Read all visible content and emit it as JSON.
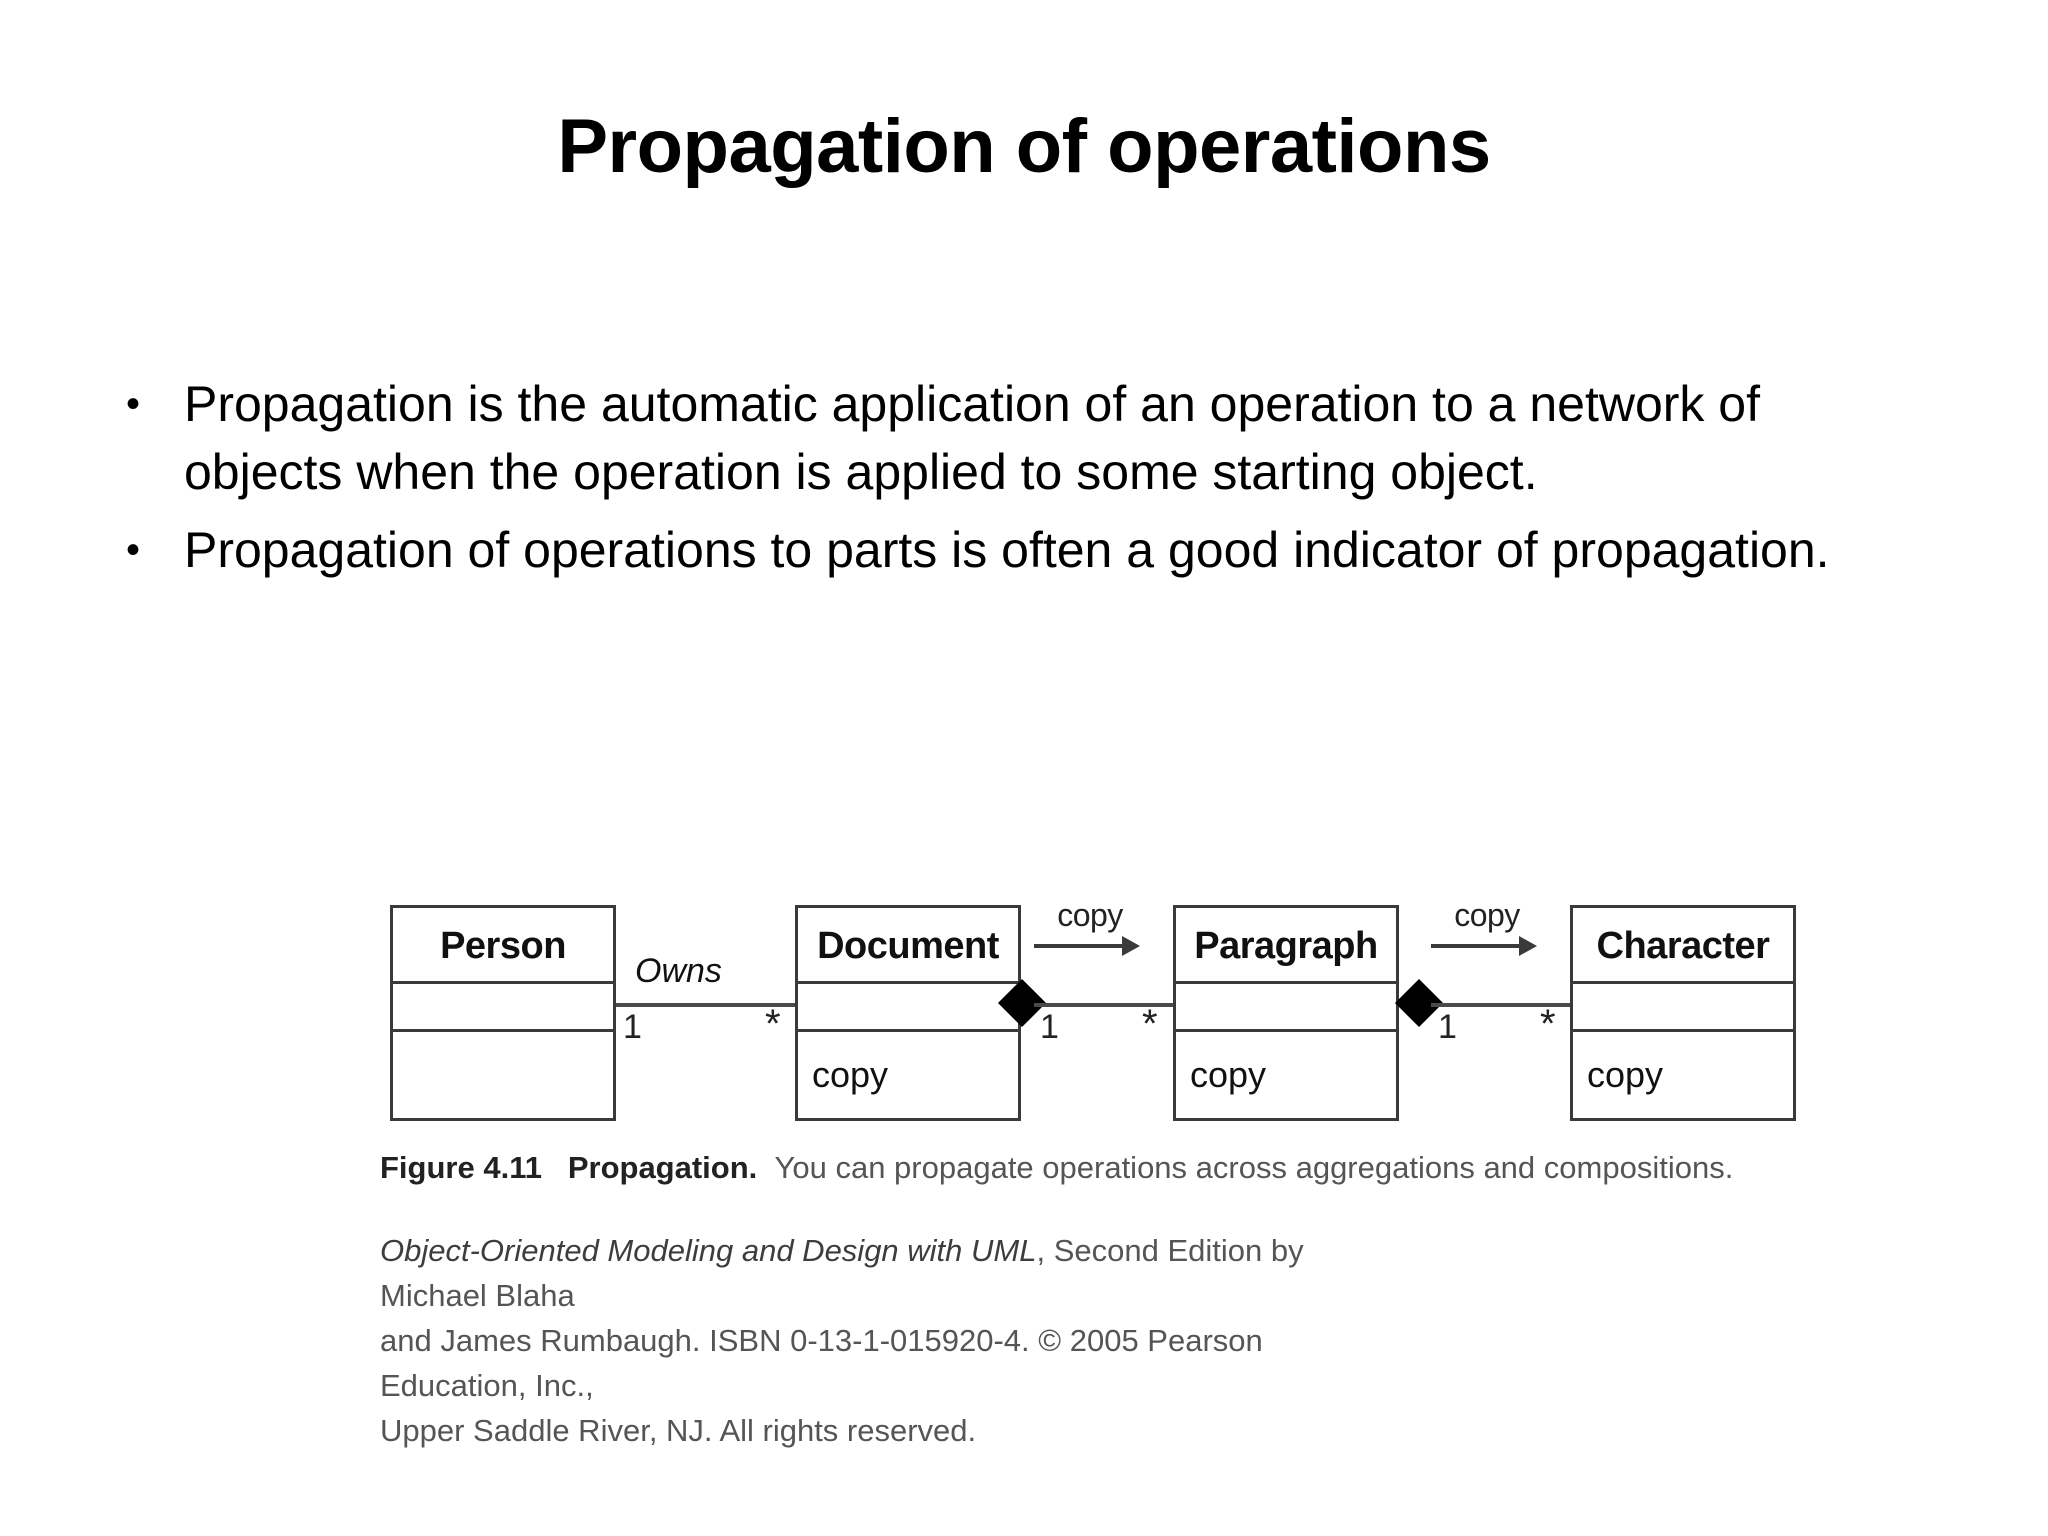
{
  "slide": {
    "title": "Propagation of operations",
    "bullet_marker": "•",
    "bullets": [
      "Propagation is the automatic application of an operation to a network of objects when the operation is applied to some starting object.",
      "Propagation of operations to parts is often a good indicator of propagation."
    ]
  },
  "figure": {
    "classes": [
      {
        "name": "Person",
        "attributes": "",
        "operations": ""
      },
      {
        "name": "Document",
        "attributes": "",
        "operations": "copy"
      },
      {
        "name": "Paragraph",
        "attributes": "",
        "operations": "copy"
      },
      {
        "name": "Character",
        "attributes": "",
        "operations": "copy"
      }
    ],
    "association_label": "Owns",
    "multiplicities": {
      "one": "1",
      "many": "*"
    },
    "copy_annotations": [
      "copy",
      "copy"
    ],
    "caption": {
      "figure_number": "Figure 4.11",
      "figure_title": "Propagation.",
      "figure_text": "You can propagate operations across aggregations and compositions."
    },
    "attribution": {
      "book_title": "Object-Oriented Modeling and Design with UML",
      "line1_rest": ", Second Edition by Michael Blaha",
      "line2": "and James Rumbaugh. ISBN 0-13-1-015920-4. © 2005 Pearson Education, Inc.,",
      "line3": "Upper Saddle River, NJ. All rights reserved."
    }
  },
  "colors": {
    "background": "#ffffff",
    "text": "#000000",
    "diagram_line": "#3a3a3a",
    "caption_text": "#555555"
  }
}
